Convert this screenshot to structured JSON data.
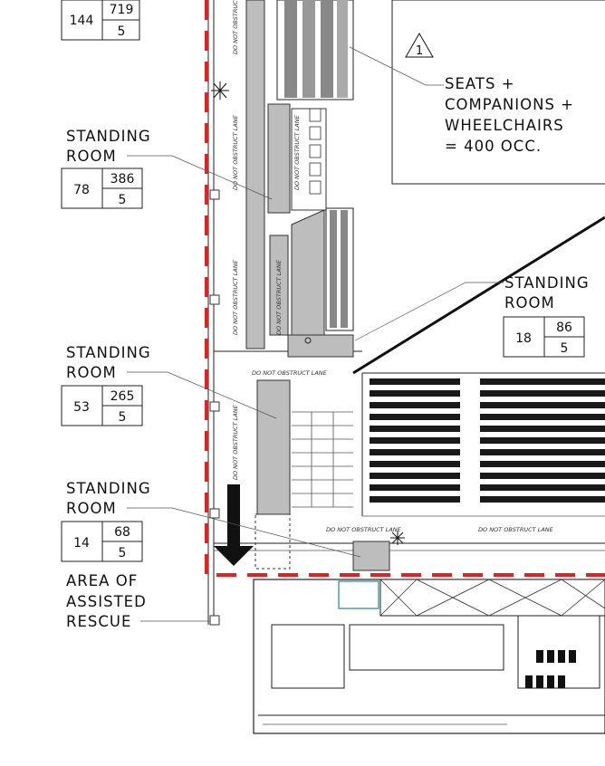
{
  "drawing_title": "",
  "tables": [
    {
      "id": "top",
      "occupants": "144",
      "area": "719",
      "factor": "5"
    },
    {
      "id": "standing1",
      "label_line1": "STANDING",
      "label_line2": "ROOM",
      "occupants": "78",
      "area": "386",
      "factor": "5"
    },
    {
      "id": "standing2",
      "label_line1": "STANDING",
      "label_line2": "ROOM",
      "occupants": "18",
      "area": "86",
      "factor": "5"
    },
    {
      "id": "standing3",
      "label_line1": "STANDING",
      "label_line2": "ROOM",
      "occupants": "53",
      "area": "265",
      "factor": "5"
    },
    {
      "id": "standing4",
      "label_line1": "STANDING",
      "label_line2": "ROOM",
      "occupants": "14",
      "area": "68",
      "factor": "5"
    }
  ],
  "seats_note": {
    "tag": "1",
    "line1": "SEATS +",
    "line2": "COMPANIONS +",
    "line3": "WHEELCHAIRS",
    "line4": "= 400 OCC."
  },
  "assisted_rescue": {
    "line1": "AREA OF",
    "line2": "ASSISTED",
    "line3": "RESCUE"
  },
  "lane_label": "DO NOT OBSTRUCT LANE",
  "colors": {
    "egress_boundary": "#e81f1f",
    "fill_grey": "#bdbdbd",
    "ink": "#111111"
  }
}
